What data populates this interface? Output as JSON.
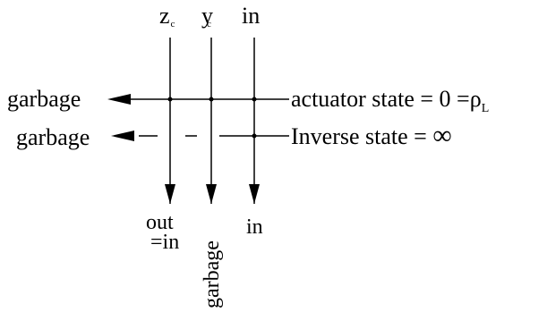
{
  "top_labels": {
    "col1": {
      "main": "z",
      "sub": "c"
    },
    "col2": {
      "main": "y",
      "sub": "c"
    },
    "col3": "in"
  },
  "left_labels": {
    "row1": "garbage",
    "row2": "garbage"
  },
  "right_labels": {
    "row1_prefix": "actuator state = 0 =",
    "row1_rho": "ρ",
    "row1_rho_sub": "L",
    "row2_prefix": "Inverse state = ",
    "row2_symbol": "∞"
  },
  "bottom_labels": {
    "col1_line1": "out",
    "col1_line2": "=in",
    "col2": "garbage",
    "col3": "in"
  },
  "colors": {
    "stroke": "#000000",
    "background": "#ffffff"
  }
}
